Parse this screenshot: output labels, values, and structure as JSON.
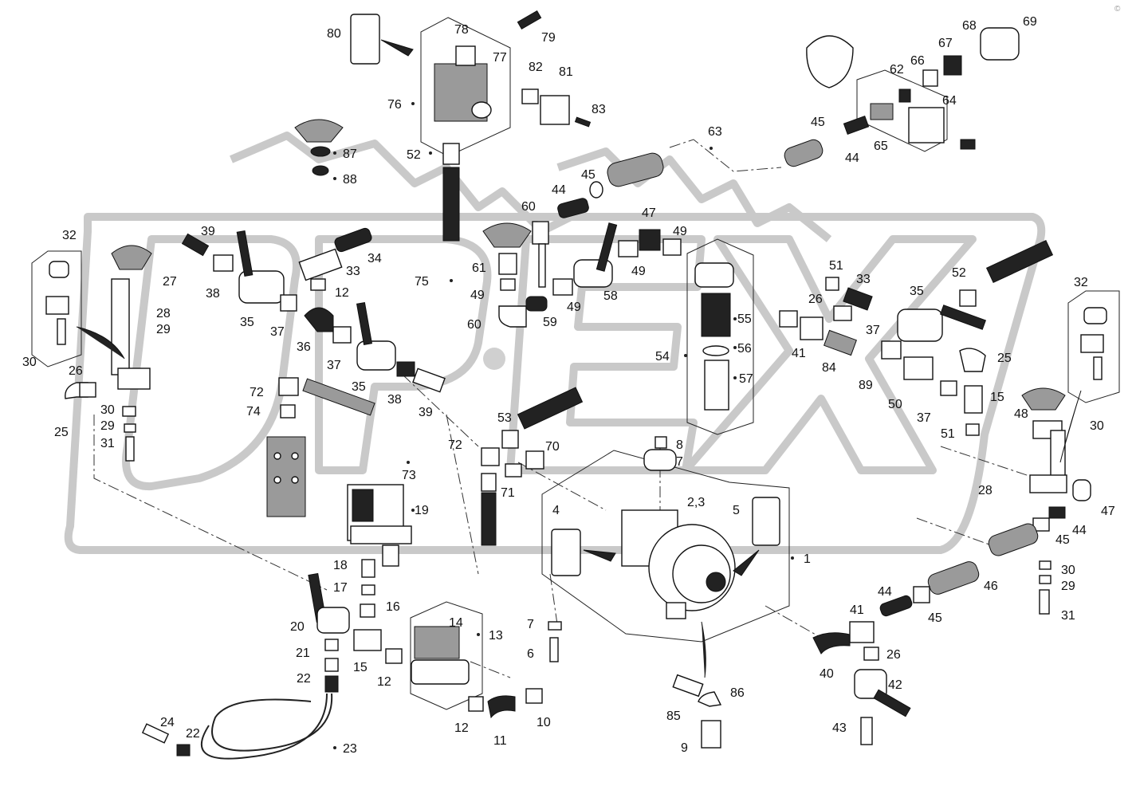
{
  "corner_mark": "©",
  "watermark": "OPEX",
  "labels": {
    "n1": "1",
    "n2_3": "2,3",
    "n4": "4",
    "n5": "5",
    "n6": "6",
    "n7a": "7",
    "n7b": "7",
    "n8": "8",
    "n9": "9",
    "n10": "10",
    "n11": "11",
    "n12a": "12",
    "n12b": "12",
    "n12c": "12",
    "n13": "13",
    "n14": "14",
    "n15a": "15",
    "n15b": "15",
    "n16": "16",
    "n17": "17",
    "n18": "18",
    "n19": "19",
    "n20": "20",
    "n21": "21",
    "n22a": "22",
    "n22b": "22",
    "n23": "23",
    "n24": "24",
    "n25a": "25",
    "n25b": "25",
    "n26a": "26",
    "n26b": "26",
    "n26c": "26",
    "n27": "27",
    "n28a": "28",
    "n28b": "28",
    "n29a": "29",
    "n29b": "29",
    "n29c": "29",
    "n30a": "30",
    "n30b": "30",
    "n30c": "30",
    "n30d": "30",
    "n31a": "31",
    "n31b": "31",
    "n32a": "32",
    "n32b": "32",
    "n33a": "33",
    "n33b": "33",
    "n34": "34",
    "n35a": "35",
    "n35b": "35",
    "n35c": "35",
    "n36": "36",
    "n37a": "37",
    "n37b": "37",
    "n37c": "37",
    "n37d": "37",
    "n38a": "38",
    "n38b": "38",
    "n39a": "39",
    "n39b": "39",
    "n40": "40",
    "n41a": "41",
    "n41b": "41",
    "n42": "42",
    "n43": "43",
    "n44a": "44",
    "n44b": "44",
    "n44c": "44",
    "n44d": "44",
    "n45a": "45",
    "n45b": "45",
    "n45c": "45",
    "n45d": "45",
    "n46": "46",
    "n47a": "47",
    "n47b": "47",
    "n48": "48",
    "n49a": "49",
    "n49b": "49",
    "n49c": "49",
    "n49d": "49",
    "n50": "50",
    "n51a": "51",
    "n51b": "51",
    "n52a": "52",
    "n52b": "52",
    "n53": "53",
    "n54": "54",
    "n55": "55",
    "n56": "56",
    "n57": "57",
    "n58": "58",
    "n59": "59",
    "n60a": "60",
    "n60b": "60",
    "n61": "61",
    "n62": "62",
    "n63": "63",
    "n64": "64",
    "n65": "65",
    "n66": "66",
    "n67": "67",
    "n68": "68",
    "n69": "69",
    "n70": "70",
    "n71": "71",
    "n72a": "72",
    "n72b": "72",
    "n73": "73",
    "n74": "74",
    "n75": "75",
    "n76": "76",
    "n77": "77",
    "n78": "78",
    "n79": "79",
    "n80": "80",
    "n81": "81",
    "n82": "82",
    "n83": "83",
    "n84": "84",
    "n85": "85",
    "n86": "86",
    "n87": "87",
    "n88": "88",
    "n89": "89"
  }
}
